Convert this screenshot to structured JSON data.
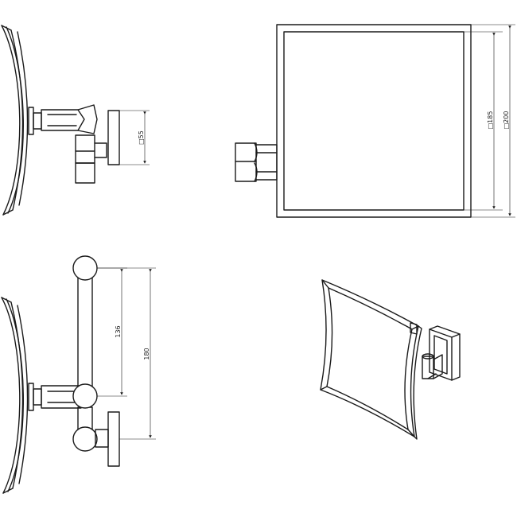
{
  "dimensions": {
    "top_side_depth": "□55",
    "front_inner": "□185",
    "front_outer": "□200",
    "extended_inner": "136",
    "extended_outer": "180"
  },
  "colors": {
    "line": "#1a1a1a",
    "background": "#ffffff"
  }
}
